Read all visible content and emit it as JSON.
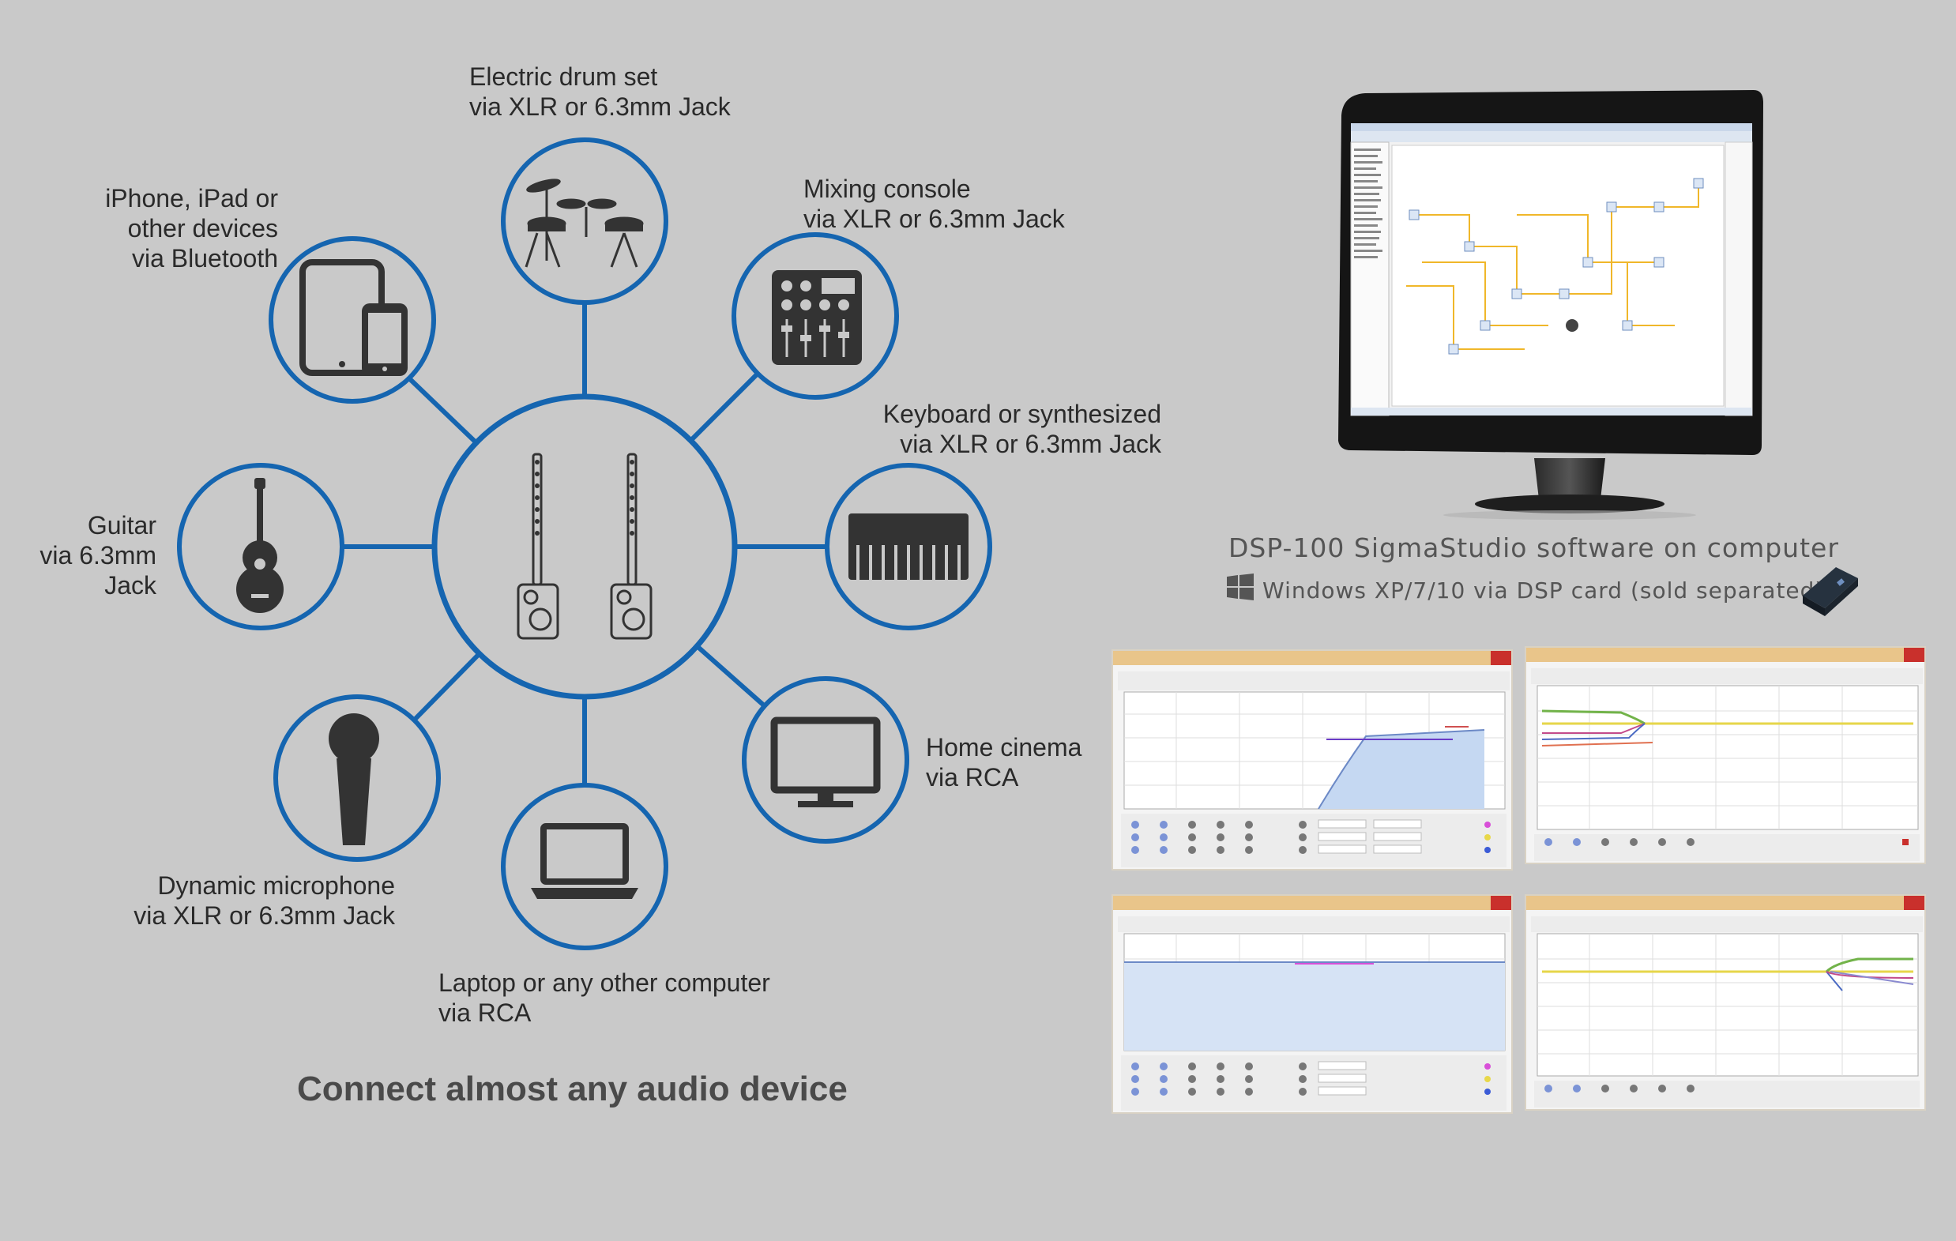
{
  "devices": [
    {
      "id": "drums",
      "lines": [
        "Electric drum set",
        "via XLR or 6.3mm Jack"
      ],
      "icon": "drum-set-icon"
    },
    {
      "id": "mixing",
      "lines": [
        "Mixing console",
        "via XLR or 6.3mm Jack"
      ],
      "icon": "mixing-console-icon"
    },
    {
      "id": "keyboard",
      "lines": [
        "Keyboard or synthesized",
        "via XLR or 6.3mm Jack"
      ],
      "icon": "keyboard-icon"
    },
    {
      "id": "cinema",
      "lines": [
        "Home cinema",
        "via RCA"
      ],
      "icon": "tv-icon"
    },
    {
      "id": "laptop",
      "lines": [
        "Laptop or any other computer",
        "via RCA"
      ],
      "icon": "laptop-icon"
    },
    {
      "id": "microphone",
      "lines": [
        "Dynamic microphone",
        "via XLR or 6.3mm Jack"
      ],
      "icon": "microphone-icon"
    },
    {
      "id": "guitar",
      "lines": [
        "Guitar",
        "via 6.3mm",
        "Jack"
      ],
      "icon": "guitar-icon"
    },
    {
      "id": "phone",
      "lines": [
        "iPhone, iPad or",
        "other devices",
        "via Bluetooth"
      ],
      "icon": "tablet-phone-icon"
    }
  ],
  "center_icon": "column-speakers-icon",
  "tagline": "Connect almost any audio device",
  "software_caption": "DSP-100 SigmaStudio software on computer",
  "os_caption": "Windows XP/7/10 via DSP card (sold separated)",
  "os_icon": "windows-logo-icon",
  "card_icon": "dsp-card-icon",
  "monitor_icon": "computer-monitor-icon",
  "colors": {
    "accent": "#1565b0",
    "background": "#c9c9c9",
    "icon": "#333333",
    "text": "#2a2a2a"
  }
}
